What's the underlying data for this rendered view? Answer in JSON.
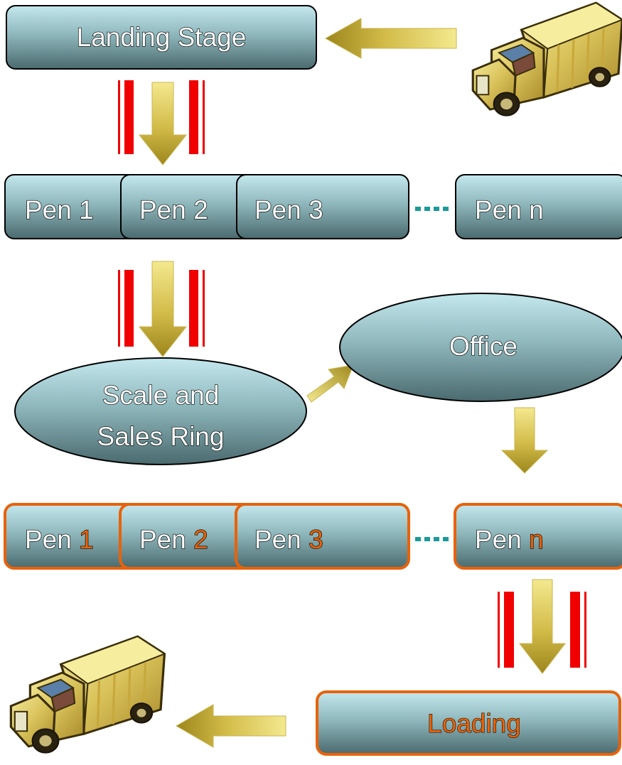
{
  "nodes": {
    "landing_stage": "Landing Stage",
    "pens_top": [
      {
        "word": "Pen",
        "num": "1"
      },
      {
        "word": "Pen",
        "num": "2"
      },
      {
        "word": "Pen",
        "num": "3"
      },
      {
        "word": "Pen",
        "num": "n"
      }
    ],
    "scale_ring_line1": "Scale and",
    "scale_ring_line2": "Sales Ring",
    "office": "Office",
    "pens_bottom": [
      {
        "word": "Pen",
        "num": "1"
      },
      {
        "word": "Pen",
        "num": "2"
      },
      {
        "word": "Pen",
        "num": "3"
      },
      {
        "word": "Pen",
        "num": "n"
      }
    ],
    "loading": "Loading"
  },
  "colors": {
    "box_top": "#b9e1e8",
    "box_bottom": "#4e6e72",
    "accent_orange": "#e8620a",
    "arrow_light": "#f2e486",
    "arrow_dark": "#a08a1e",
    "gate_red": "#f00000",
    "connector_teal": "#1a9a9a"
  },
  "icons": [
    "truck-icon",
    "truck-icon"
  ]
}
